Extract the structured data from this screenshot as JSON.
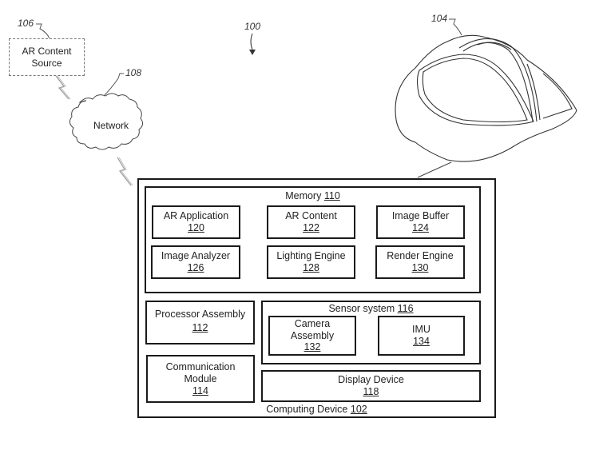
{
  "figure": {
    "system_ref": "100",
    "hmd_ref": "104",
    "ar_content_source": {
      "ref": "106",
      "label_line1": "AR Content",
      "label_line2": "Source"
    },
    "network": {
      "ref": "108",
      "label": "Network"
    },
    "computing_device": {
      "label": "Computing Device",
      "ref": "102",
      "memory": {
        "label": "Memory",
        "ref": "110",
        "modules": [
          {
            "label": "AR Application",
            "ref": "120"
          },
          {
            "label": "AR Content",
            "ref": "122"
          },
          {
            "label": "Image Buffer",
            "ref": "124"
          },
          {
            "label": "Image Analyzer",
            "ref": "126"
          },
          {
            "label": "Lighting Engine",
            "ref": "128"
          },
          {
            "label": "Render Engine",
            "ref": "130"
          }
        ]
      },
      "processor_assembly": {
        "label": "Processor Assembly",
        "ref": "112"
      },
      "communication_module": {
        "label_line1": "Communication",
        "label_line2": "Module",
        "ref": "114"
      },
      "sensor_system": {
        "label": "Sensor system",
        "ref": "116",
        "camera_assembly": {
          "label_line1": "Camera",
          "label_line2": "Assembly",
          "ref": "132"
        },
        "imu": {
          "label": "IMU",
          "ref": "134"
        }
      },
      "display_device": {
        "label": "Display Device",
        "ref": "118"
      }
    }
  }
}
